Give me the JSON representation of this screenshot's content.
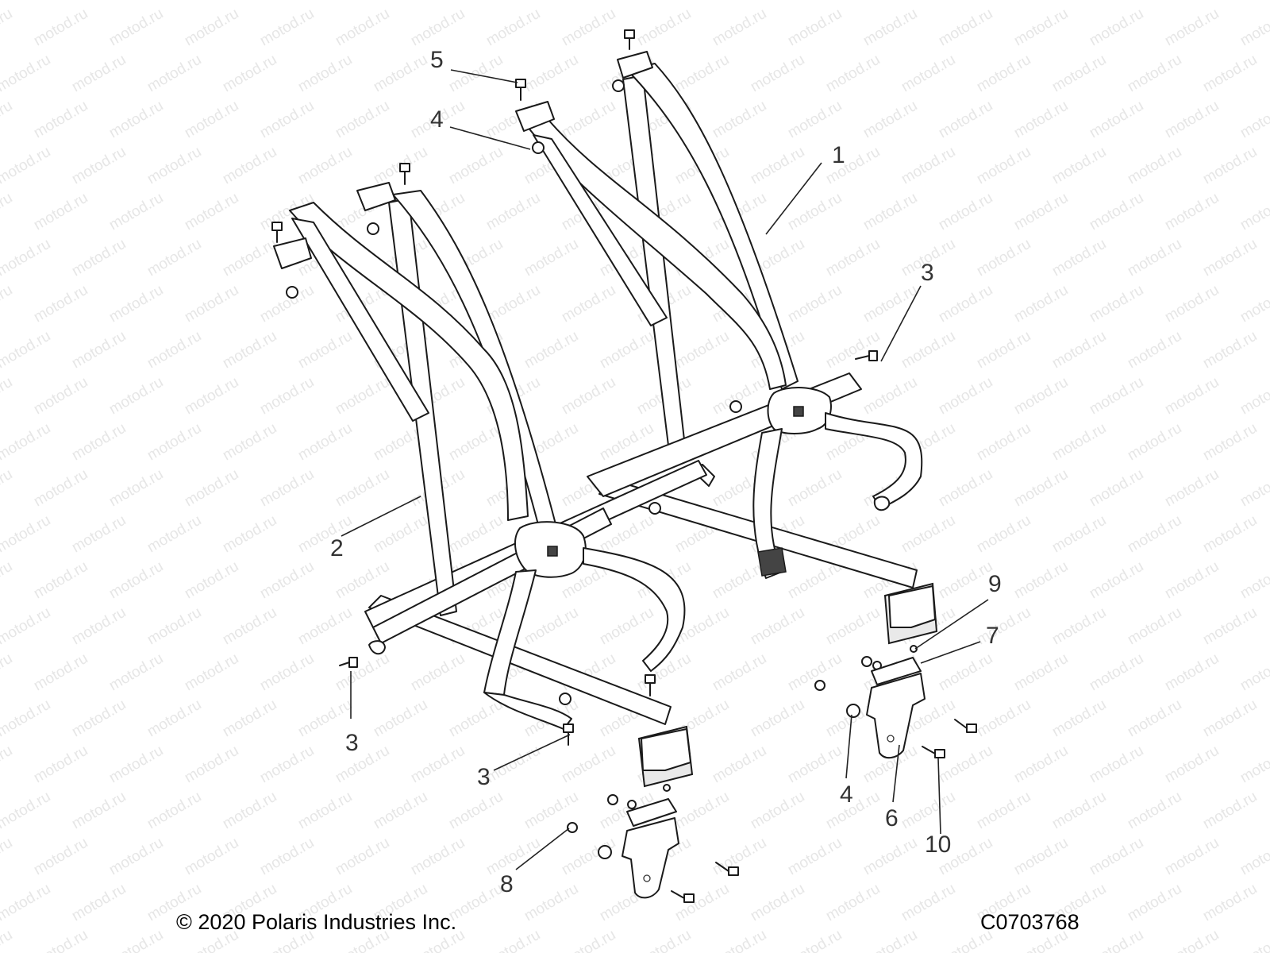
{
  "watermark": "motod.ru",
  "callouts": [
    "1",
    "2",
    "3",
    "3",
    "3",
    "3",
    "4",
    "4",
    "5",
    "6",
    "7",
    "8",
    "9",
    "10"
  ],
  "footer": {
    "copyright": "© 2020 Polaris Industries Inc.",
    "code": "C0703768"
  },
  "colors": {
    "line": "#1a1a1a",
    "watermark": "#e6e6e6",
    "background": "#ffffff"
  }
}
